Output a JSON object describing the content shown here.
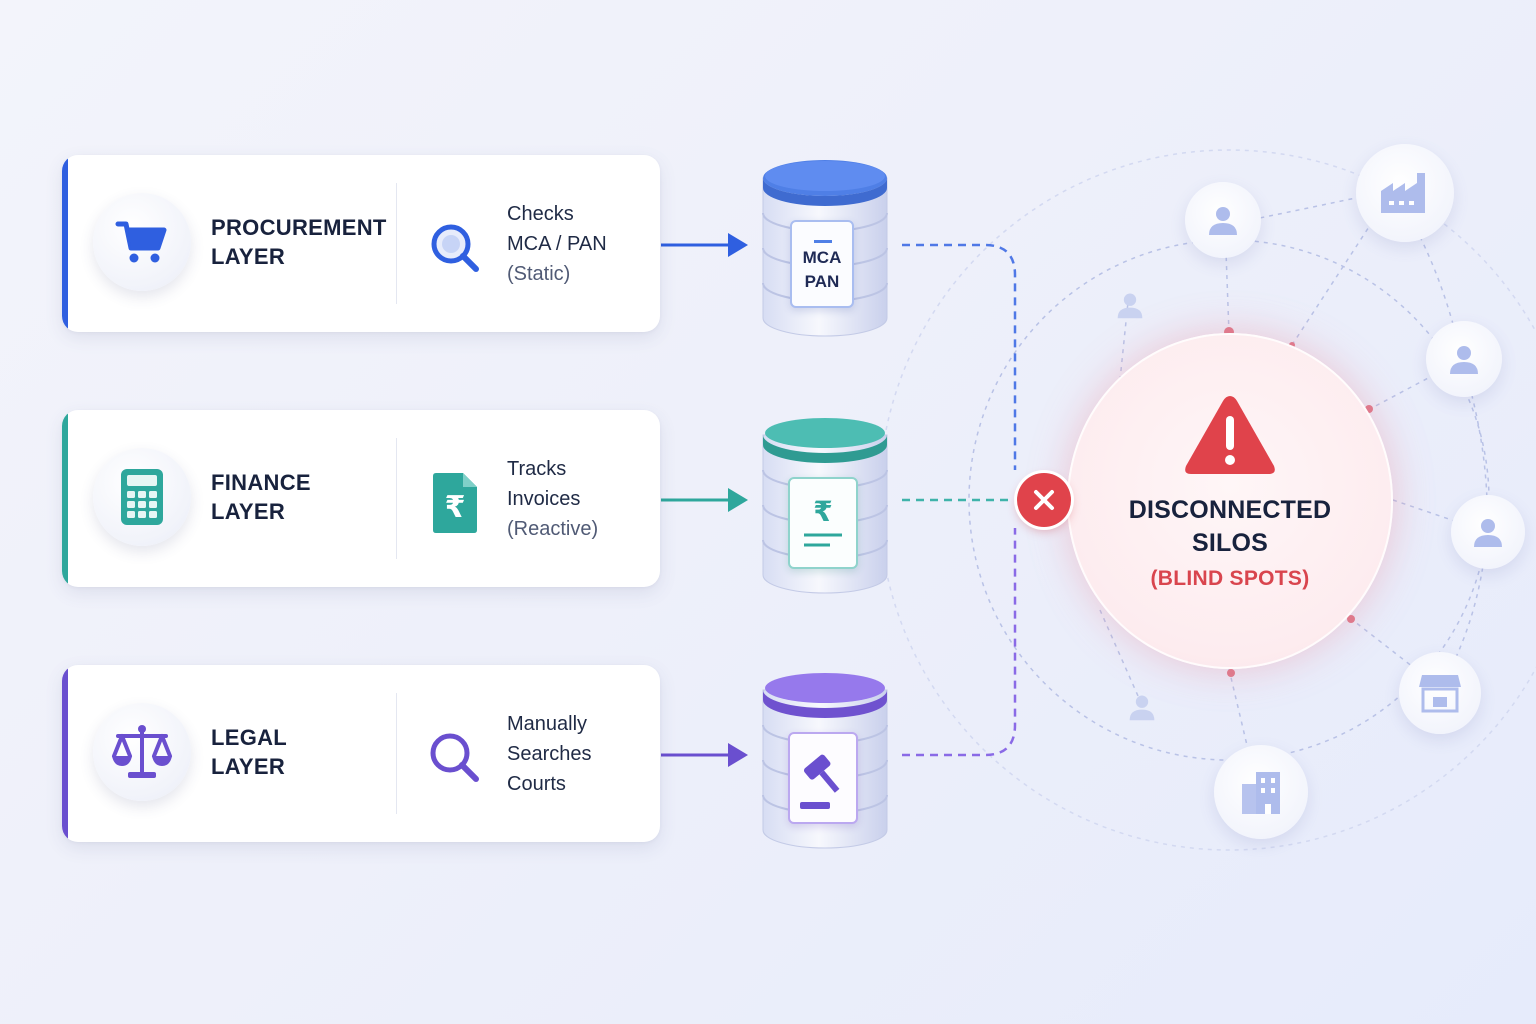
{
  "layers": [
    {
      "title_line1": "PROCUREMENT",
      "title_line2": "LAYER",
      "desc_line1": "Checks",
      "desc_line2": "MCA / PAN",
      "desc_line3": "(Static)",
      "accent": "#2f5fe0",
      "main_icon": "shopping-cart-icon",
      "secondary_icon": "search-icon"
    },
    {
      "title_line1": "FINANCE",
      "title_line2": "LAYER",
      "desc_line1": "Tracks",
      "desc_line2": "Invoices",
      "desc_line3": "(Reactive)",
      "accent": "#2ea79c",
      "main_icon": "calculator-icon",
      "secondary_icon": "rupee-invoice-icon"
    },
    {
      "title_line1": "LEGAL",
      "title_line2": "LAYER",
      "desc_line1": "Manually",
      "desc_line2": "Searches",
      "desc_line3": "Courts",
      "accent": "#6a4fcf",
      "main_icon": "scales-icon",
      "secondary_icon": "search-icon"
    }
  ],
  "databases": [
    {
      "doc_line1": "MCA",
      "doc_line2": "PAN",
      "color": "#4f7fe6",
      "doc_icon": "mca-pan-document-icon"
    },
    {
      "color": "#3fb3aa",
      "doc_icon": "rupee-document-icon"
    },
    {
      "color": "#8a6ae6",
      "doc_icon": "gavel-document-icon"
    }
  ],
  "hub": {
    "title_line1": "DISCONNECTED",
    "title_line2": "SILOS",
    "subtitle": "(BLIND SPOTS)",
    "warning_color": "#e0434b"
  },
  "entities": [
    "person-icon",
    "factory-icon",
    "person-icon",
    "person-icon",
    "person-icon",
    "store-icon",
    "building-icon",
    "person-icon"
  ]
}
